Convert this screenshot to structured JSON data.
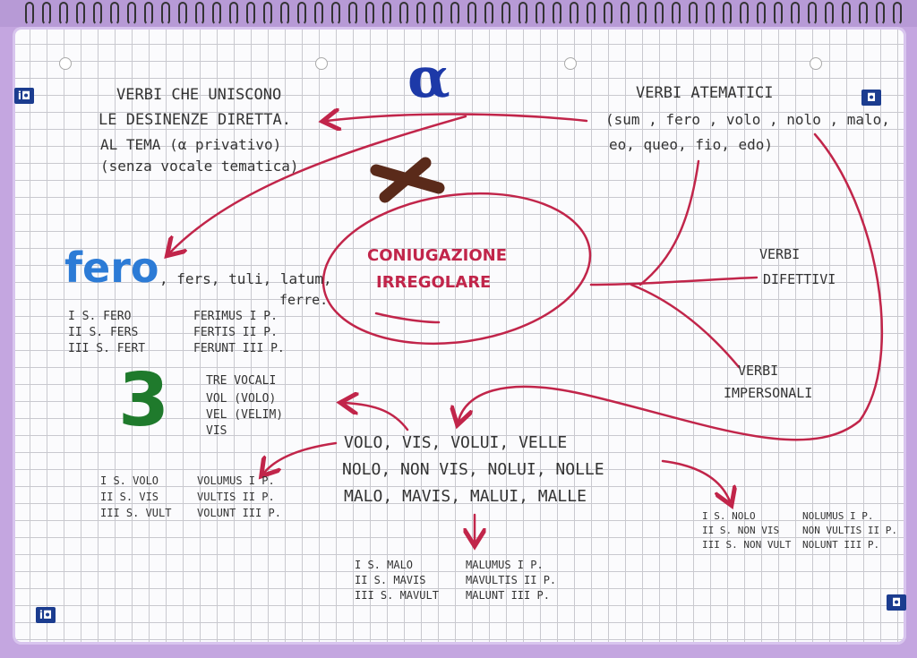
{
  "colors": {
    "red": "#c1254a",
    "blue": "#1d39a8",
    "light_blue": "#2c7bd6",
    "green": "#1f7a2c",
    "brown": "#5a2a1a"
  },
  "corners": {
    "tl": "i◘",
    "tr": "◘",
    "bl": "i◘",
    "br": "◘"
  },
  "alpha": "α",
  "definition": {
    "line1": "VERBI CHE UNISCONO",
    "line2": "LE DESINENZE DIRETTA.",
    "line3": "AL TEMA (α privativo)",
    "line4": "(senza vocale tematica)"
  },
  "atematici": {
    "title": "VERBI ATEMATICI",
    "line1": "(sum , fero , volo , nolo , malo,",
    "line2": "eo, queo, fio, edo)"
  },
  "center": {
    "line1": "CONIUGAZIONE",
    "line2": "IRREGOLARE"
  },
  "difettivi": {
    "line1": "VERBI",
    "line2": "DIFETTIVI"
  },
  "impersonali": {
    "line1": "VERBI",
    "line2": "IMPERSONALI"
  },
  "fero": {
    "word": "fero",
    "forms": ", fers, tuli, latum,",
    "forms2": "ferre.",
    "rows": [
      {
        "sing": "I S. FERO",
        "plur": "FERIMUS I P."
      },
      {
        "sing": "II S. FERS",
        "plur": "FERTIS II P."
      },
      {
        "sing": "III S. FERT",
        "plur": "FERUNT III P."
      }
    ]
  },
  "three": {
    "digit": "3",
    "line1": "TRE VOCALI",
    "line2": "VOL (VOLO)",
    "line3": "VEL (VELIM)",
    "line4": "VIS"
  },
  "main_forms": {
    "line1": "VOLO, VIS, VOLUI, VELLE",
    "line2": "NOLO, NON VIS, NOLUI, NOLLE",
    "line3": "MALO, MAVIS, MALUI, MALLE"
  },
  "volo": {
    "rows": [
      {
        "sing": "I S. VOLO",
        "plur": "VOLUMUS I P."
      },
      {
        "sing": "II S. VIS",
        "plur": "VULTIS II P."
      },
      {
        "sing": "III S. VULT",
        "plur": "VOLUNT III P."
      }
    ]
  },
  "nolo": {
    "rows": [
      {
        "sing": "I S. NOLO",
        "plur": "NOLUMUS I P."
      },
      {
        "sing": "II S. NON VIS",
        "plur": "NON VULTIS II P."
      },
      {
        "sing": "III S. NON VULT",
        "plur": "NOLUNT III P."
      }
    ]
  },
  "malo": {
    "rows": [
      {
        "sing": "I S. MALO",
        "plur": "MALUMUS I P."
      },
      {
        "sing": "II S. MAVIS",
        "plur": "MAVULTIS II P."
      },
      {
        "sing": "III S. MAVULT",
        "plur": "MALUNT III P."
      }
    ]
  }
}
